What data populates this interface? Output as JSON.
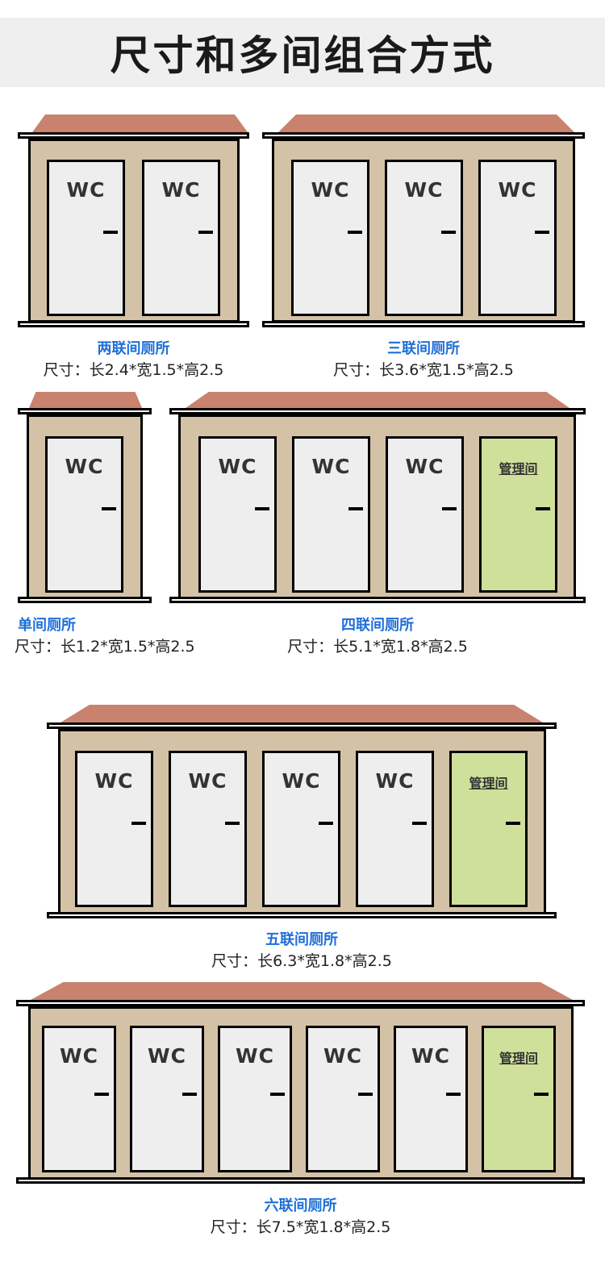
{
  "header": {
    "title": "尺寸和多间组合方式"
  },
  "icons": {
    "door_handle": "handle-bar"
  },
  "colors": {
    "roof": "#c8826e",
    "wall": "#d4c2a7",
    "door": "#eeeeee",
    "management_door": "#cfe09b",
    "caption": "#1e6fd8"
  },
  "units": [
    {
      "name": "两联间厕所",
      "dims": "尺寸：长2.4*宽1.5*高2.5",
      "doors": [
        {
          "label": "WC",
          "type": "wc"
        },
        {
          "label": "WC",
          "type": "wc"
        }
      ]
    },
    {
      "name": "三联间厕所",
      "dims": "尺寸：长3.6*宽1.5*高2.5",
      "doors": [
        {
          "label": "WC",
          "type": "wc"
        },
        {
          "label": "WC",
          "type": "wc"
        },
        {
          "label": "WC",
          "type": "wc"
        }
      ]
    },
    {
      "name": "单间厕所",
      "dims": "尺寸：长1.2*宽1.5*高2.5",
      "doors": [
        {
          "label": "WC",
          "type": "wc"
        }
      ]
    },
    {
      "name": "四联间厕所",
      "dims": "尺寸：长5.1*宽1.8*高2.5",
      "doors": [
        {
          "label": "WC",
          "type": "wc"
        },
        {
          "label": "WC",
          "type": "wc"
        },
        {
          "label": "WC",
          "type": "wc"
        },
        {
          "label": "管理间",
          "type": "mgmt"
        }
      ]
    },
    {
      "name": "五联间厕所",
      "dims": "尺寸：长6.3*宽1.8*高2.5",
      "doors": [
        {
          "label": "WC",
          "type": "wc"
        },
        {
          "label": "WC",
          "type": "wc"
        },
        {
          "label": "WC",
          "type": "wc"
        },
        {
          "label": "WC",
          "type": "wc"
        },
        {
          "label": "管理间",
          "type": "mgmt"
        }
      ]
    },
    {
      "name": "六联间厕所",
      "dims": "尺寸：长7.5*宽1.8*高2.5",
      "doors": [
        {
          "label": "WC",
          "type": "wc"
        },
        {
          "label": "WC",
          "type": "wc"
        },
        {
          "label": "WC",
          "type": "wc"
        },
        {
          "label": "WC",
          "type": "wc"
        },
        {
          "label": "WC",
          "type": "wc"
        },
        {
          "label": "管理间",
          "type": "mgmt"
        }
      ]
    }
  ]
}
